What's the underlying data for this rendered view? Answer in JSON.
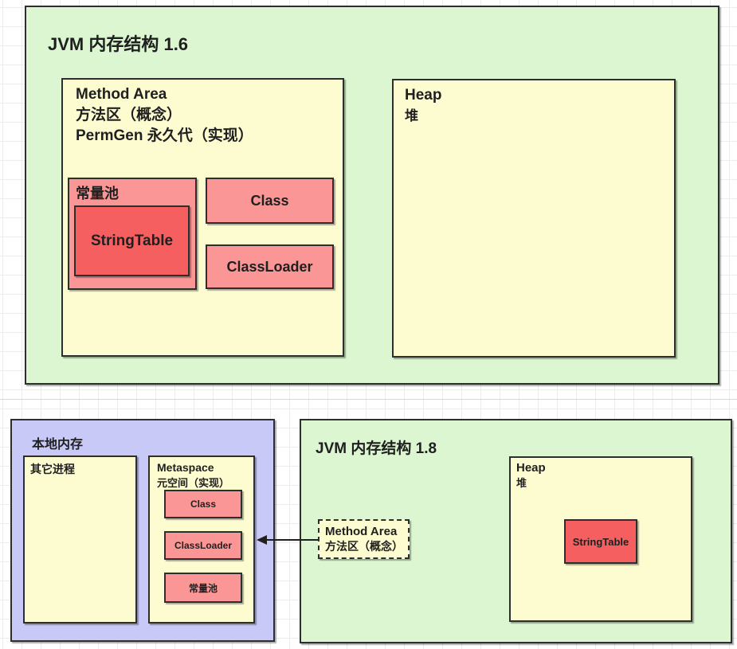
{
  "colors": {
    "container_green": "#dbf6d0",
    "box_yellow": "#fdfcd1",
    "box_pink": "#fb9696",
    "box_red": "#f55f5f",
    "container_purple": "#c9c9f7",
    "stroke": "#2e2e2e",
    "grid_line": "#ececec",
    "page_divider": "#d6d6d6"
  },
  "jvm_1_6": {
    "title": "JVM 内存结构 1.6",
    "method_area": {
      "name_en": "Method Area",
      "name_zh": "方法区（概念）",
      "impl": "PermGen 永久代（实现）"
    },
    "constant_pool": "常量池",
    "string_table": "StringTable",
    "class": "Class",
    "class_loader": "ClassLoader",
    "heap": {
      "name_en": "Heap",
      "name_zh": "堆"
    }
  },
  "native_memory": {
    "title": "本地内存",
    "other_process": "其它进程",
    "metaspace": {
      "name_en": "Metaspace",
      "name_zh": "元空间（实现）",
      "class": "Class",
      "class_loader": "ClassLoader",
      "constant_pool": "常量池"
    }
  },
  "jvm_1_8": {
    "title": "JVM 内存结构 1.8",
    "method_area": {
      "name_en": "Method Area",
      "name_zh": "方法区（概念）"
    },
    "heap": {
      "name_en": "Heap",
      "name_zh": "堆",
      "string_table": "StringTable"
    }
  }
}
